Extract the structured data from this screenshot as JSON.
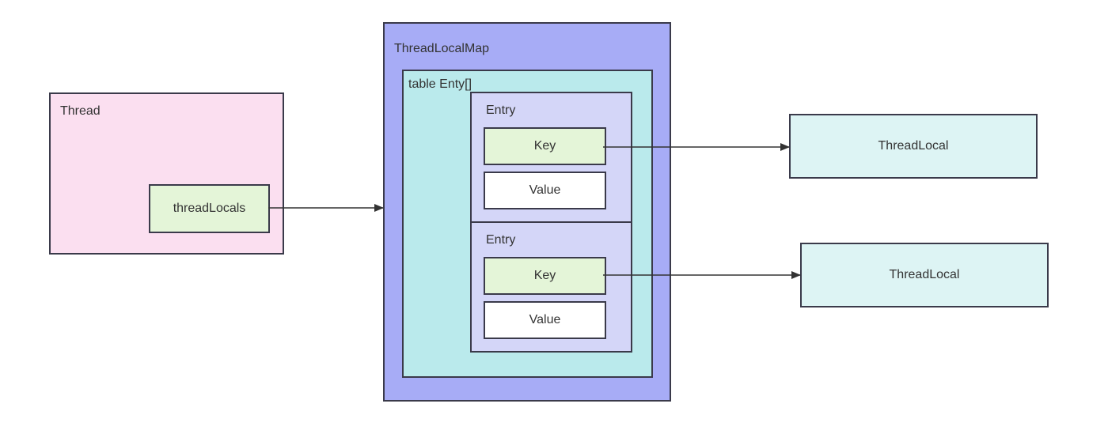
{
  "thread": {
    "title": "Thread",
    "field": "threadLocals"
  },
  "map": {
    "title": "ThreadLocalMap",
    "table": {
      "title": "table Enty[]",
      "entries": [
        {
          "title": "Entry",
          "key": "Key",
          "value": "Value"
        },
        {
          "title": "Entry",
          "key": "Key",
          "value": "Value"
        }
      ]
    }
  },
  "thread_locals": [
    {
      "label": "ThreadLocal"
    },
    {
      "label": "ThreadLocal"
    }
  ],
  "colors": {
    "thread_bg": "#fbdff0",
    "field_bg": "#e4f5d8",
    "map_bg": "#a7acf6",
    "table_bg": "#baeaec",
    "entry_bg": "#d4d6f8",
    "value_bg": "#ffffff",
    "threadlocal_bg": "#ddf4f4",
    "border": "#3a3a4a"
  }
}
